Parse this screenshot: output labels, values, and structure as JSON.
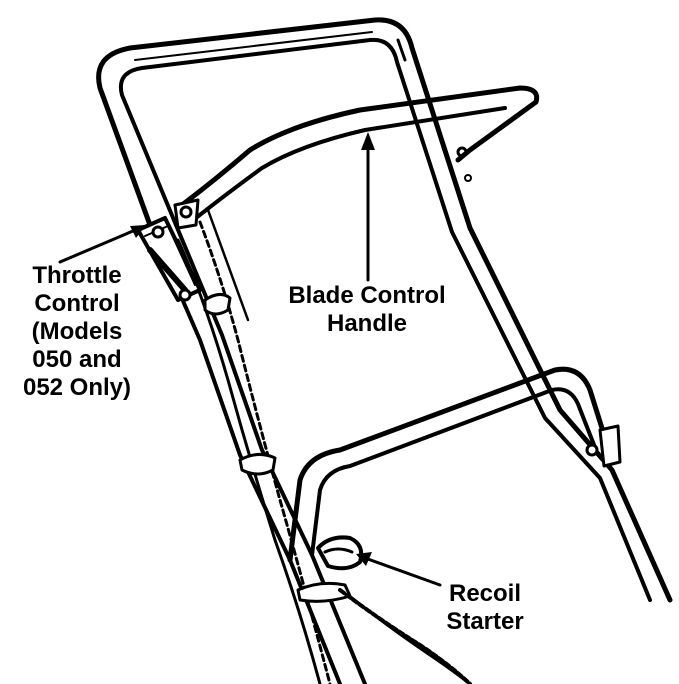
{
  "labels": {
    "throttle_control": [
      "Throttle",
      "Control",
      "(Models",
      "050 and",
      "052 Only)"
    ],
    "blade_control_handle": [
      "Blade Control",
      "Handle"
    ],
    "recoil_starter": [
      "Recoil",
      "Starter"
    ]
  },
  "colors": {
    "ink": "#000000",
    "paper": "#ffffff"
  }
}
